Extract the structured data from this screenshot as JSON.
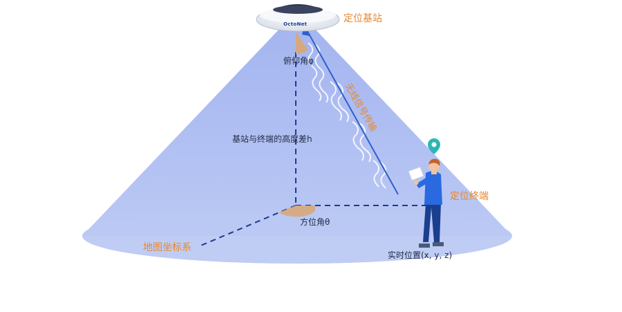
{
  "labels": {
    "base_station": "定位基站",
    "brand": "OctoNet",
    "pitch_angle": "俯仰角φ",
    "signal": "无线信号传输",
    "height_diff": "基站与终端的高度差h",
    "terminal": "定位终端",
    "azimuth": "方位角θ",
    "map_coords": "地图坐标系",
    "position": "实时位置(x, y, z)"
  },
  "colors": {
    "cone_fill": "#b3c2f2",
    "ellipse_fill": "#c7d3f7",
    "dash_line": "#1e3a8a",
    "signal_arrow": "#2f5fc9",
    "accent_orange": "#e8872a",
    "angle_marker": "#d8a77a",
    "pin_teal": "#2bb7b2",
    "person_blue": "#2a6ae0",
    "person_pants": "#1b3f8f"
  },
  "icons": {
    "base_station": "base-station-icon",
    "location_pin": "location-pin-icon",
    "person": "person-icon",
    "signal_wave": "signal-wave-icon"
  }
}
